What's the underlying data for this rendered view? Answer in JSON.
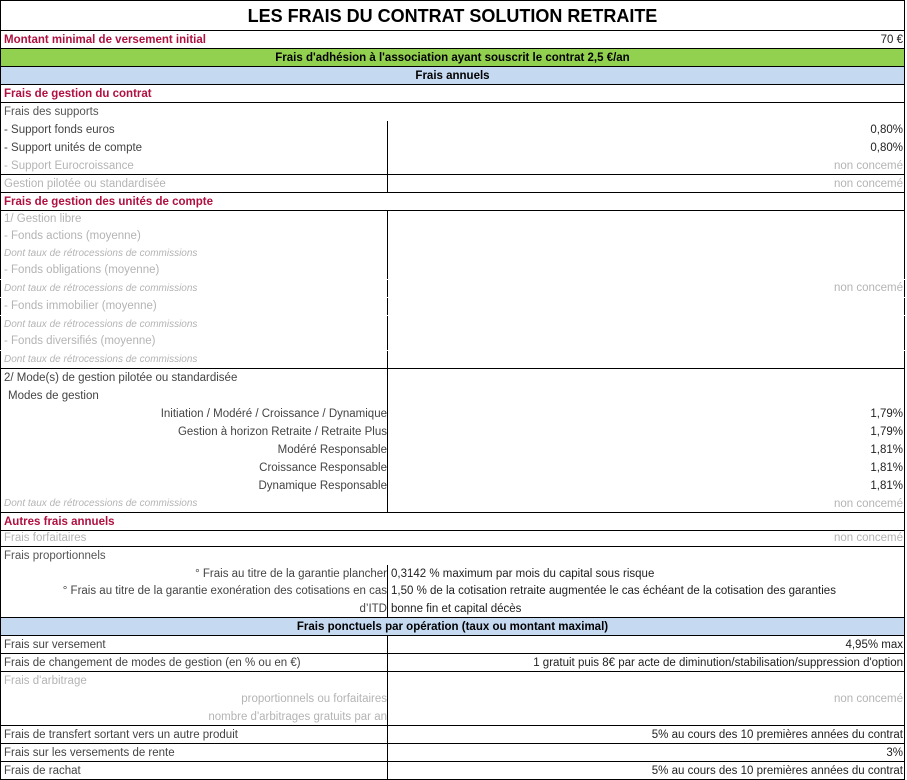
{
  "title": "LES FRAIS DU CONTRAT SOLUTION RETRAITE",
  "montant": {
    "label": "Montant minimal de versement initial",
    "value": "70 €"
  },
  "adhesion": "Frais d'adhésion à l'association ayant souscrit le contrat 2,5 €/an",
  "frais_annuels": "Frais annuels",
  "gestion_contrat": {
    "header": "Frais de gestion du contrat",
    "supports_label": "Frais des supports",
    "fonds_euros": {
      "label": "- Support fonds euros",
      "value": "0,80%"
    },
    "unites_compte": {
      "label": "- Support unités de compte",
      "value": "0,80%"
    },
    "eurocroissance": {
      "label": "- Support Eurocroissance",
      "value": "non concemé"
    },
    "gestion_pilotee": {
      "label": "Gestion pilotée ou standardisée",
      "value": "non concemé"
    }
  },
  "gestion_uc": {
    "header": "Frais de gestion des unités de compte",
    "libre": "1/ Gestion libre",
    "actions": "- Fonds actions (moyenne)",
    "obligations": "- Fonds obligations (moyenne)",
    "immobilier": "- Fonds immobilier (moyenne)",
    "diversifies": "- Fonds diversifiés (moyenne)",
    "retro": "Dont taux de rétrocessions de commissions",
    "libre_value": "non concemé",
    "mode": "2/ Mode(s) de gestion pilotée ou standardisée",
    "modes": "Modes de gestion",
    "items": [
      {
        "label": "Initiation / Modéré / Croissance / Dynamique",
        "value": "1,79%"
      },
      {
        "label": "Gestion à horizon Retraite / Retraite Plus",
        "value": "1,79%"
      },
      {
        "label": "Modéré Responsable",
        "value": "1,81%"
      },
      {
        "label": "Croissance Responsable",
        "value": "1,81%"
      },
      {
        "label": "Dynamique Responsable",
        "value": "1,81%"
      }
    ],
    "retro_value": "non concemé"
  },
  "autres": {
    "header": "Autres frais annuels",
    "forfaitaires": {
      "label": "Frais forfaitaires",
      "value": "non concemé"
    },
    "proportionnels": "Frais proportionnels",
    "plancher": {
      "label": "° Frais au titre de la garantie plancher",
      "value": "0,3142 % maximum par mois du capital sous risque"
    },
    "exoneration": {
      "label1": "° Frais au titre de la garantie exonération des cotisations en cas",
      "label2": "d’ITD",
      "value1": "1,50 % de la cotisation retraite augmentée le cas échéant de la cotisation des garanties",
      "value2": "bonne fin et capital décès"
    }
  },
  "ponctuels": {
    "header": "Frais ponctuels par opération (taux ou montant maximal)",
    "versement": {
      "label": "Frais sur versement",
      "value": "4,95% max"
    },
    "changement": {
      "label": "Frais de changement de modes de gestion (en % ou en €)",
      "value": "1 gratuit puis 8€ par acte de diminution/stabilisation/suppression d'option"
    },
    "arbitrage": {
      "label": "Frais d'arbitrage",
      "sub1": "proportionnels ou forfaitaires",
      "sub2": "nombre d'arbitrages gratuits par an",
      "value": "non concemé"
    },
    "transfert": {
      "label": "Frais de transfert sortant vers un autre produit",
      "value": "5% au cours des  10 premières années du contrat"
    },
    "rente": {
      "label": "Frais sur les versements de rente",
      "value": "3%"
    },
    "rachat": {
      "label": "Frais de rachat",
      "value": "5% au cours des  10 premières années du contrat"
    }
  }
}
